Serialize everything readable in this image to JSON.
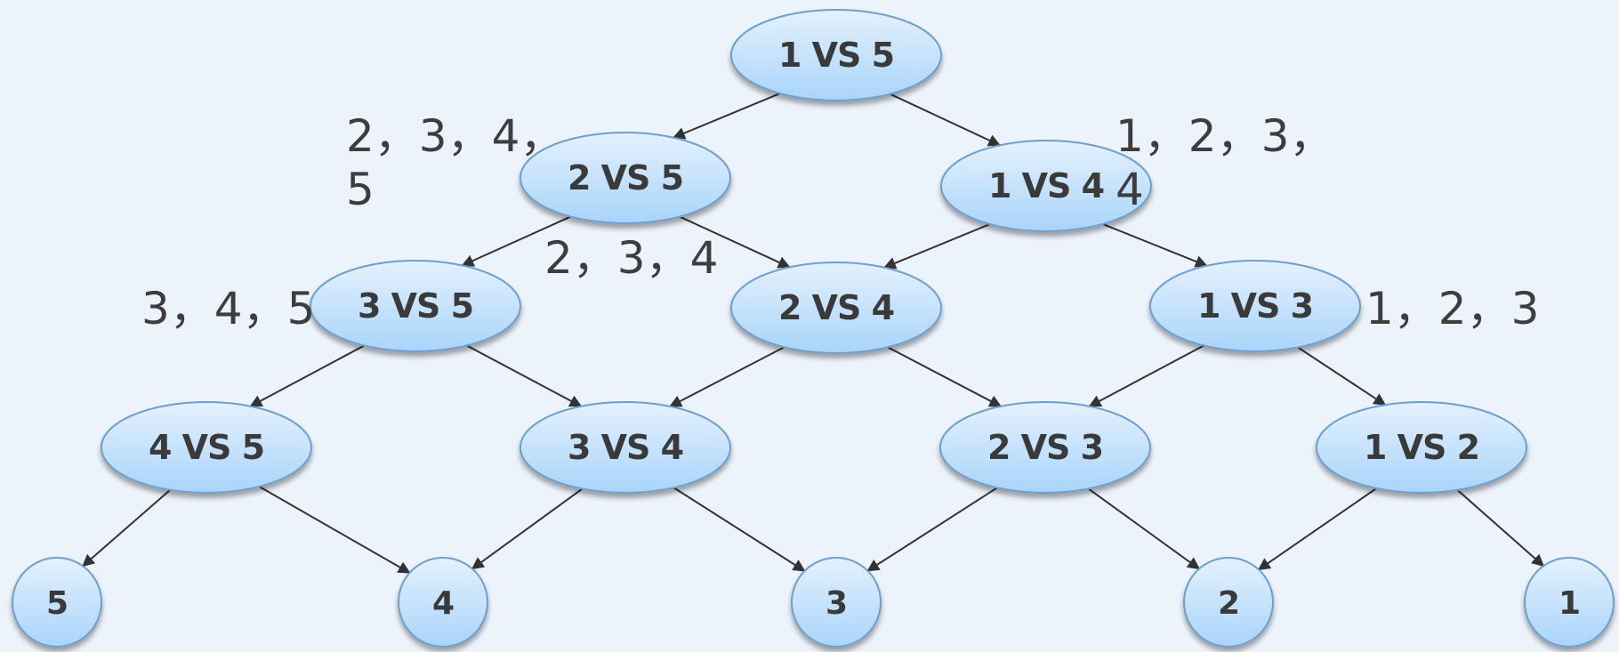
{
  "diagram": {
    "title": "Tournament elimination tree",
    "colors": {
      "background": "#edf3fb",
      "node_fill_top": "#e4f1fd",
      "node_fill_bottom": "#a9d4fa",
      "node_stroke": "#6d9fd0",
      "edge": "#333333",
      "text": "#3a3a3a"
    },
    "nodes": [
      {
        "id": "n15",
        "label": "1 VS 5",
        "kind": "match",
        "level": 0
      },
      {
        "id": "n25",
        "label": "2 VS 5",
        "kind": "match",
        "level": 1
      },
      {
        "id": "n14",
        "label": "1 VS 4",
        "kind": "match",
        "level": 1
      },
      {
        "id": "n35",
        "label": "3 VS 5",
        "kind": "match",
        "level": 2
      },
      {
        "id": "n24",
        "label": "2 VS 4",
        "kind": "match",
        "level": 2
      },
      {
        "id": "n13",
        "label": "1 VS 3",
        "kind": "match",
        "level": 2
      },
      {
        "id": "n45",
        "label": "4 VS 5",
        "kind": "match",
        "level": 3
      },
      {
        "id": "n34",
        "label": "3 VS 4",
        "kind": "match",
        "level": 3
      },
      {
        "id": "n23",
        "label": "2 VS 3",
        "kind": "match",
        "level": 3
      },
      {
        "id": "n12",
        "label": "1 VS 2",
        "kind": "match",
        "level": 3
      },
      {
        "id": "l5",
        "label": "5",
        "kind": "leaf",
        "level": 4
      },
      {
        "id": "l4",
        "label": "4",
        "kind": "leaf",
        "level": 4
      },
      {
        "id": "l3",
        "label": "3",
        "kind": "leaf",
        "level": 4
      },
      {
        "id": "l2",
        "label": "2",
        "kind": "leaf",
        "level": 4
      },
      {
        "id": "l1",
        "label": "1",
        "kind": "leaf",
        "level": 4
      }
    ],
    "edges": [
      {
        "from": "n15",
        "to": "n25"
      },
      {
        "from": "n15",
        "to": "n14"
      },
      {
        "from": "n25",
        "to": "n35"
      },
      {
        "from": "n25",
        "to": "n24"
      },
      {
        "from": "n14",
        "to": "n24"
      },
      {
        "from": "n14",
        "to": "n13"
      },
      {
        "from": "n35",
        "to": "n45"
      },
      {
        "from": "n35",
        "to": "n34"
      },
      {
        "from": "n24",
        "to": "n34"
      },
      {
        "from": "n24",
        "to": "n23"
      },
      {
        "from": "n13",
        "to": "n23"
      },
      {
        "from": "n13",
        "to": "n12"
      },
      {
        "from": "n45",
        "to": "l5"
      },
      {
        "from": "n45",
        "to": "l4"
      },
      {
        "from": "n34",
        "to": "l4"
      },
      {
        "from": "n34",
        "to": "l3"
      },
      {
        "from": "n23",
        "to": "l3"
      },
      {
        "from": "n23",
        "to": "l2"
      },
      {
        "from": "n12",
        "to": "l2"
      },
      {
        "from": "n12",
        "to": "l1"
      }
    ],
    "annotations": [
      {
        "id": "a2345",
        "lines": [
          "2，3，4，",
          "5"
        ],
        "near": "n25"
      },
      {
        "id": "a234",
        "lines": [
          "2，3，4"
        ],
        "near": "n24"
      },
      {
        "id": "a345",
        "lines": [
          "3，4，5"
        ],
        "near": "n35"
      },
      {
        "id": "a1234",
        "lines": [
          "1，2，3，",
          "4"
        ],
        "near": "n14"
      },
      {
        "id": "a123",
        "lines": [
          "1，2，3"
        ],
        "near": "n13"
      }
    ]
  }
}
